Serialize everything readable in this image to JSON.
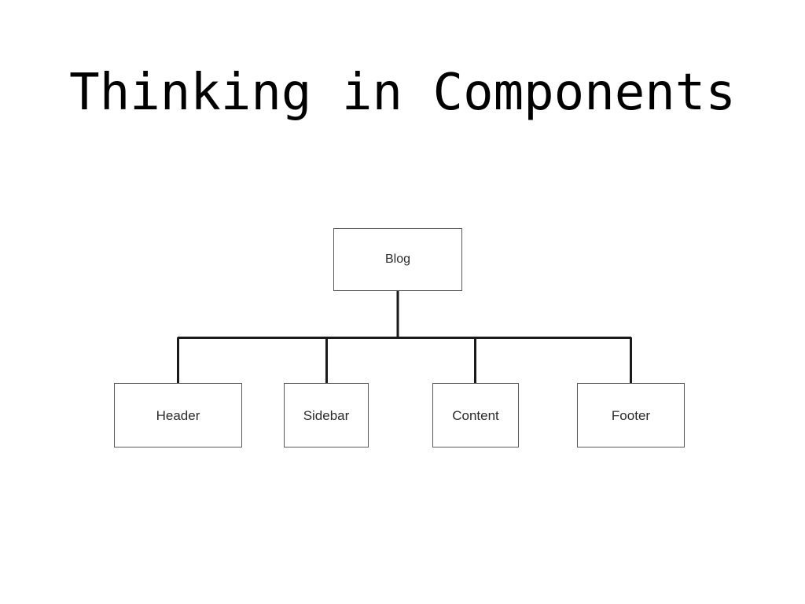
{
  "slide": {
    "title": "Thinking in Components",
    "background_color": "#ffffff",
    "title_color": "#000000"
  },
  "diagram": {
    "type": "tree",
    "orientation": "top-down",
    "line_color": "#1a1a1a",
    "box_border_color": "#5a5a5a",
    "box_fill_color": "#ffffff",
    "label_color": "#2b2b2b",
    "root": {
      "id": "root",
      "label": "Blog"
    },
    "children": [
      {
        "id": "child-0",
        "label": "Header"
      },
      {
        "id": "child-1",
        "label": "Sidebar"
      },
      {
        "id": "child-2",
        "label": "Content"
      },
      {
        "id": "child-3",
        "label": "Footer"
      }
    ]
  }
}
